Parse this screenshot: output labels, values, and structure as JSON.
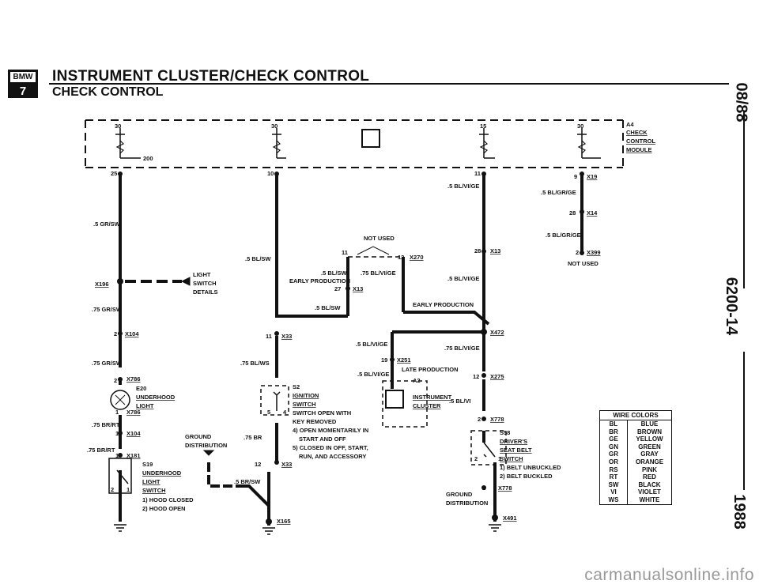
{
  "header": {
    "logo_top": "BMW",
    "logo_bottom": "7",
    "title": "INSTRUMENT CLUSTER/CHECK CONTROL",
    "subtitle": "CHECK CONTROL",
    "side_top": "08/88",
    "side_mid": "6200-14",
    "side_bottom": "1988"
  },
  "module": {
    "ref": "A4",
    "name_1": "CHECK",
    "name_2": "CONTROL",
    "name_3": "MODULE",
    "pin_30_a": "30",
    "pin_30_b": "30",
    "pin_15": "15",
    "pin_30_c": "30",
    "pin_200": "200"
  },
  "labels": {
    "p25": "25",
    "p10": "10",
    "p11a": "11",
    "p9": "9",
    "x19": "X19",
    "bl_vi_ge_1": ".5 BL/VI/GE",
    "bl_gr_ge_1": ".5 BL/GR/GE",
    "p28a": "28",
    "x14": "X14",
    "bl_gr_ge_2": ".5 BL/GR/GE",
    "gr_sw_1": ".5 GR/SW",
    "not_used_1": "NOT USED",
    "p11b": "11",
    "p12": "12",
    "x270": "X270",
    "p28b": "28",
    "x13a": "X13",
    "p2a": "2",
    "x399": "X399",
    "not_used_2": "NOT USED",
    "bl_sw_1": ".5 BL/SW",
    "bl_sw_2": ".5 BL/SW",
    "early_prod_1": "EARLY PRODUCTION",
    "bl_vi_ge_75a": ".75 BL/VI/GE",
    "bl_vi_ge_2": ".5 BL/VI/GE",
    "p27": "27",
    "x13b": "X13",
    "x196": "X196",
    "light_1": "LIGHT",
    "switch_1": "SWITCH",
    "details": "DETAILS",
    "gr_sw_75a": ".75 GR/SW",
    "bl_sw_3": ".5 BL/SW",
    "early_prod_2": "EARLY PRODUCTION",
    "x472": "X472",
    "p2b": "2",
    "x104a": "X104",
    "p11c": "11",
    "x33a": "X33",
    "bl_vi_ge_3": ".5 BL/VI/GE",
    "bl_vi_ge_75b": ".75 BL/VI/GE",
    "gr_sw_75b": ".75 GR/SW",
    "bl_ws_75": ".75 BL/WS",
    "p19": "19",
    "x251": "X251",
    "bl_vi_ge_4": ".5 BL/VI/GE",
    "late_prod": "LATE PRODUCTION",
    "p12b": "12",
    "x275": "X275",
    "p2c": "2",
    "x786a": "X786",
    "e20": "E20",
    "underhood_1": "UNDERHOOD",
    "light_2": "LIGHT",
    "p1a": "1",
    "x786b": "X786",
    "s2": "S2",
    "ignition": "IGNITION",
    "switch_2": "SWITCH",
    "p5": "5",
    "p4": "4",
    "a2": "A2",
    "instrument": "INSTRUMENT",
    "cluster": "CLUSTER",
    "bl_vi_5": ".5 BL/VI",
    "note_1": "SWITCH OPEN WITH",
    "note_2": "KEY REMOVED",
    "note_3": "4) OPEN MOMENTARILY IN",
    "note_4": "START AND OFF",
    "note_5": "5) CLOSED IN OFF, START,",
    "note_6": "RUN, AND ACCESSORY",
    "br_rt_75a": ".75 BR/RT",
    "p1b": "1",
    "x104b": "X104",
    "ground_1": "GROUND",
    "distribution_1": "DISTRIBUTION",
    "br_75": ".75 BR",
    "p2d": "2",
    "x778a": "X778",
    "s58": "S58",
    "drivers": "DRIVER'S",
    "seat_belt": "SEAT BELT",
    "switch_3": "SWITCH",
    "br_rt_75b": ".75 BR/RT",
    "p1c": "1",
    "x181": "X181",
    "p12c": "12",
    "x33b": "X33",
    "p2e": "2",
    "p1d": "1",
    "belt_1": "1) BELT UNBUCKLED",
    "belt_2": "2) BELT BUCKLED",
    "s19": "S19",
    "underhood_2": "UNDERHOOD",
    "light_3": "LIGHT",
    "switch_4": "SWITCH",
    "p2f": "2",
    "p1e": "1",
    "br_sw_5": ".5 BR/SW",
    "p1f": "1",
    "x778b": "X778",
    "hood_1": "1) HOOD CLOSED",
    "hood_2": "2) HOOD OPEN",
    "ground_2": "GROUND",
    "distribution_2": "DISTRIBUTION",
    "x165": "X165",
    "x491": "X491"
  },
  "legend": {
    "title": "WIRE COLORS",
    "rows": [
      [
        "BL",
        "BLUE"
      ],
      [
        "BR",
        "BROWN"
      ],
      [
        "GE",
        "YELLOW"
      ],
      [
        "GN",
        "GREEN"
      ],
      [
        "GR",
        "GRAY"
      ],
      [
        "OR",
        "ORANGE"
      ],
      [
        "RS",
        "PINK"
      ],
      [
        "RT",
        "RED"
      ],
      [
        "SW",
        "BLACK"
      ],
      [
        "VI",
        "VIOLET"
      ],
      [
        "WS",
        "WHITE"
      ]
    ]
  },
  "watermark": "carmanualsonline.info"
}
